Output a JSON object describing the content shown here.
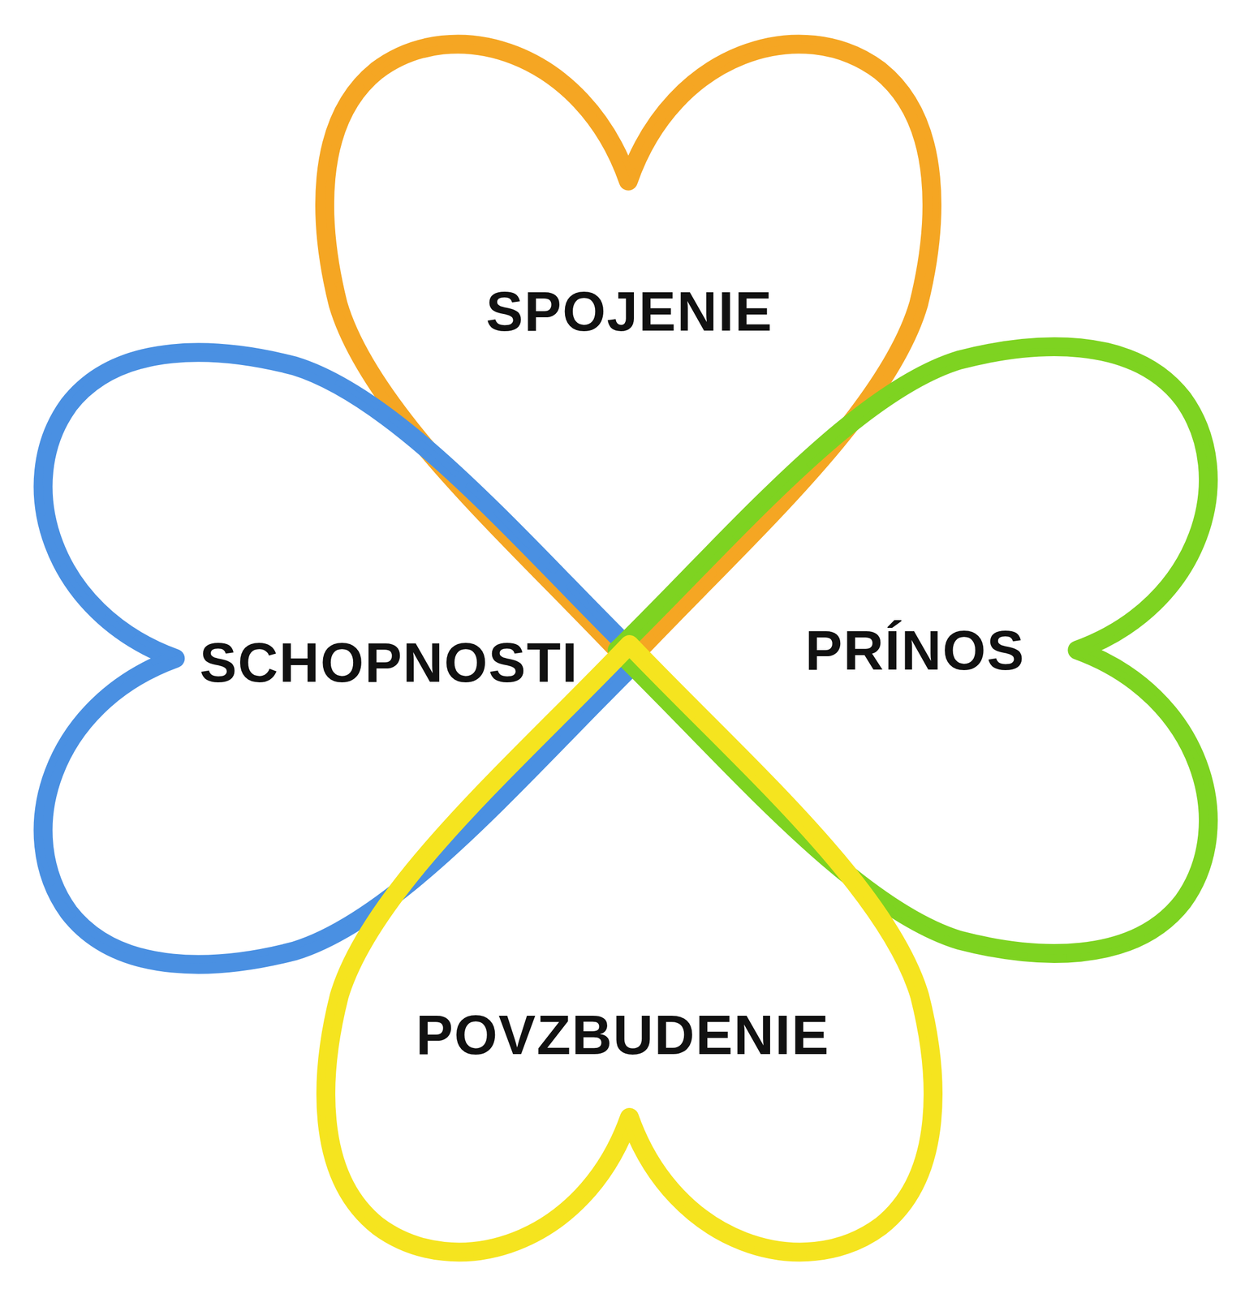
{
  "diagram": {
    "nodes": [
      {
        "text": [
          "SPOJENIE"
        ]
      },
      {
        "text": [
          "SCHOPNOSTI"
        ]
      },
      {
        "text": [
          "PRÍNOS"
        ]
      },
      {
        "text": [
          "POVZBUDENIE"
        ]
      }
    ]
  }
}
